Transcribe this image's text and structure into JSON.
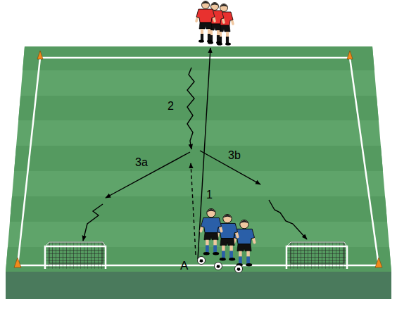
{
  "diagram": {
    "labels": [
      "2",
      "3a",
      "3b",
      "1",
      "A"
    ]
  }
}
